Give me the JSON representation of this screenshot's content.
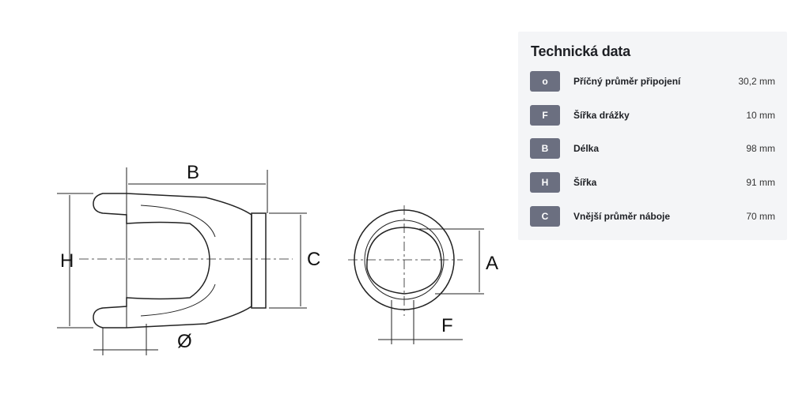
{
  "drawing": {
    "labels": {
      "B": "B",
      "H": "H",
      "C": "C",
      "diameter": "Ø",
      "A": "A",
      "F": "F"
    }
  },
  "panel": {
    "title": "Technická data",
    "rows": [
      {
        "code": "o",
        "label": "Příčný průměr připojení",
        "value": "30,2 mm"
      },
      {
        "code": "F",
        "label": "Šířka drážky",
        "value": "10 mm"
      },
      {
        "code": "B",
        "label": "Délka",
        "value": "98 mm"
      },
      {
        "code": "H",
        "label": "Šířka",
        "value": "91 mm"
      },
      {
        "code": "C",
        "label": "Vnější průměr náboje",
        "value": "70 mm"
      }
    ]
  }
}
